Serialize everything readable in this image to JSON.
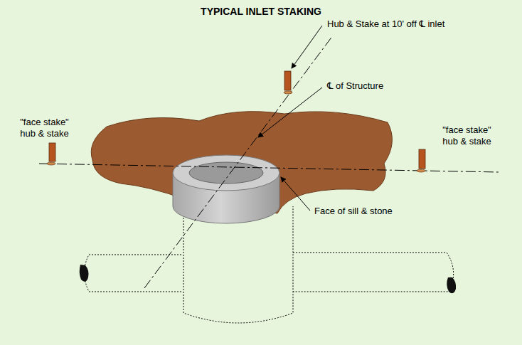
{
  "diagram": {
    "title": "TYPICAL INLET STAKING",
    "labels": [
      "Hub & Stake at 10' off ℄ inlet",
      "℄ of Structure",
      "\"face stake\" hub & stake",
      "\"face stake\" hub & stake",
      "Face of sill & stone"
    ]
  }
}
